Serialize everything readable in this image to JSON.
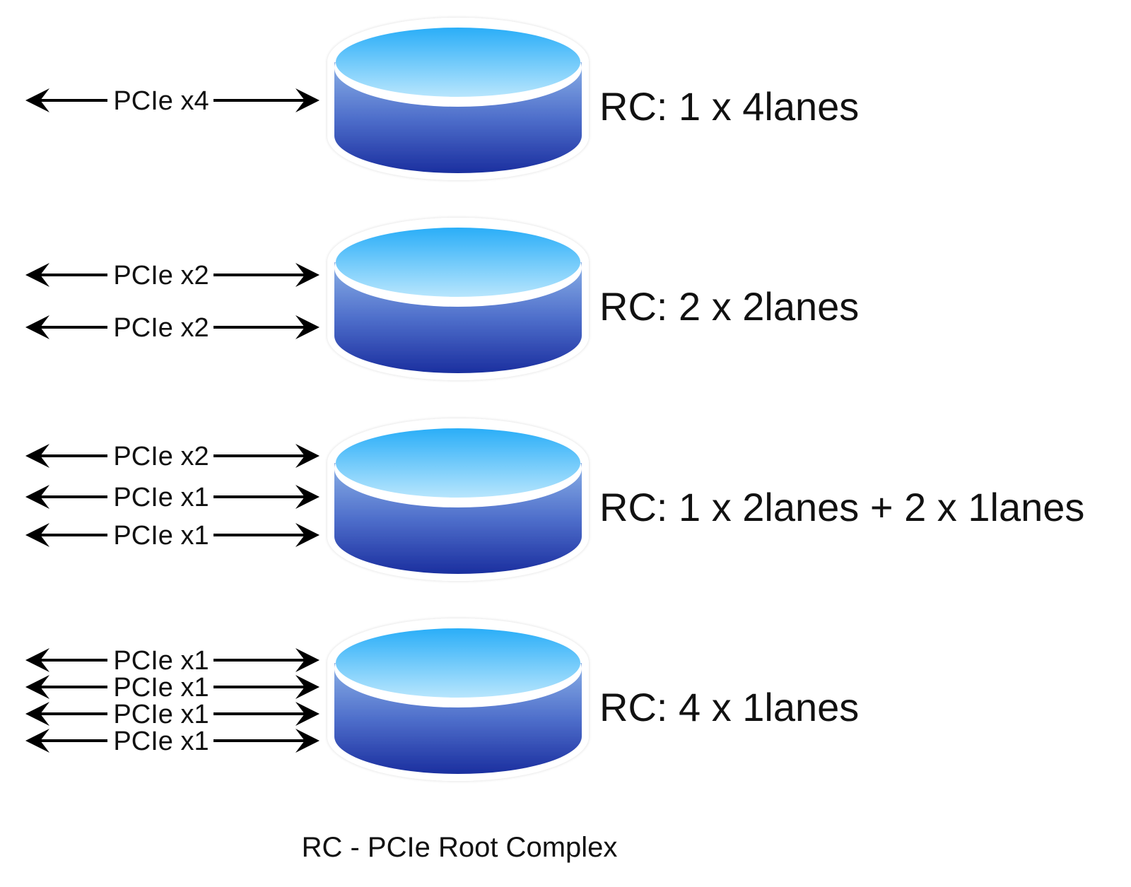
{
  "colors": {
    "disk_top_start": "#2aaef8",
    "disk_top_end": "#b8e6fd",
    "disk_side_top": "#8ab0e6",
    "disk_side_bottom": "#1b2f9f",
    "rim": "#ffffff",
    "arrow": "#000000",
    "text": "#111111"
  },
  "root_complexes": [
    {
      "label": "RC: 1 x 4lanes",
      "links": [
        "PCIe x4"
      ]
    },
    {
      "label": "RC: 2 x 2lanes",
      "links": [
        "PCIe x2",
        "PCIe x2"
      ]
    },
    {
      "label": "RC: 1 x 2lanes + 2 x 1lanes",
      "links": [
        "PCIe x2",
        "PCIe x1",
        "PCIe x1"
      ]
    },
    {
      "label": "RC: 4 x 1lanes",
      "links": [
        "PCIe x1",
        "PCIe x1",
        "PCIe x1",
        "PCIe x1"
      ]
    }
  ],
  "caption": "RC - PCIe Root Complex"
}
